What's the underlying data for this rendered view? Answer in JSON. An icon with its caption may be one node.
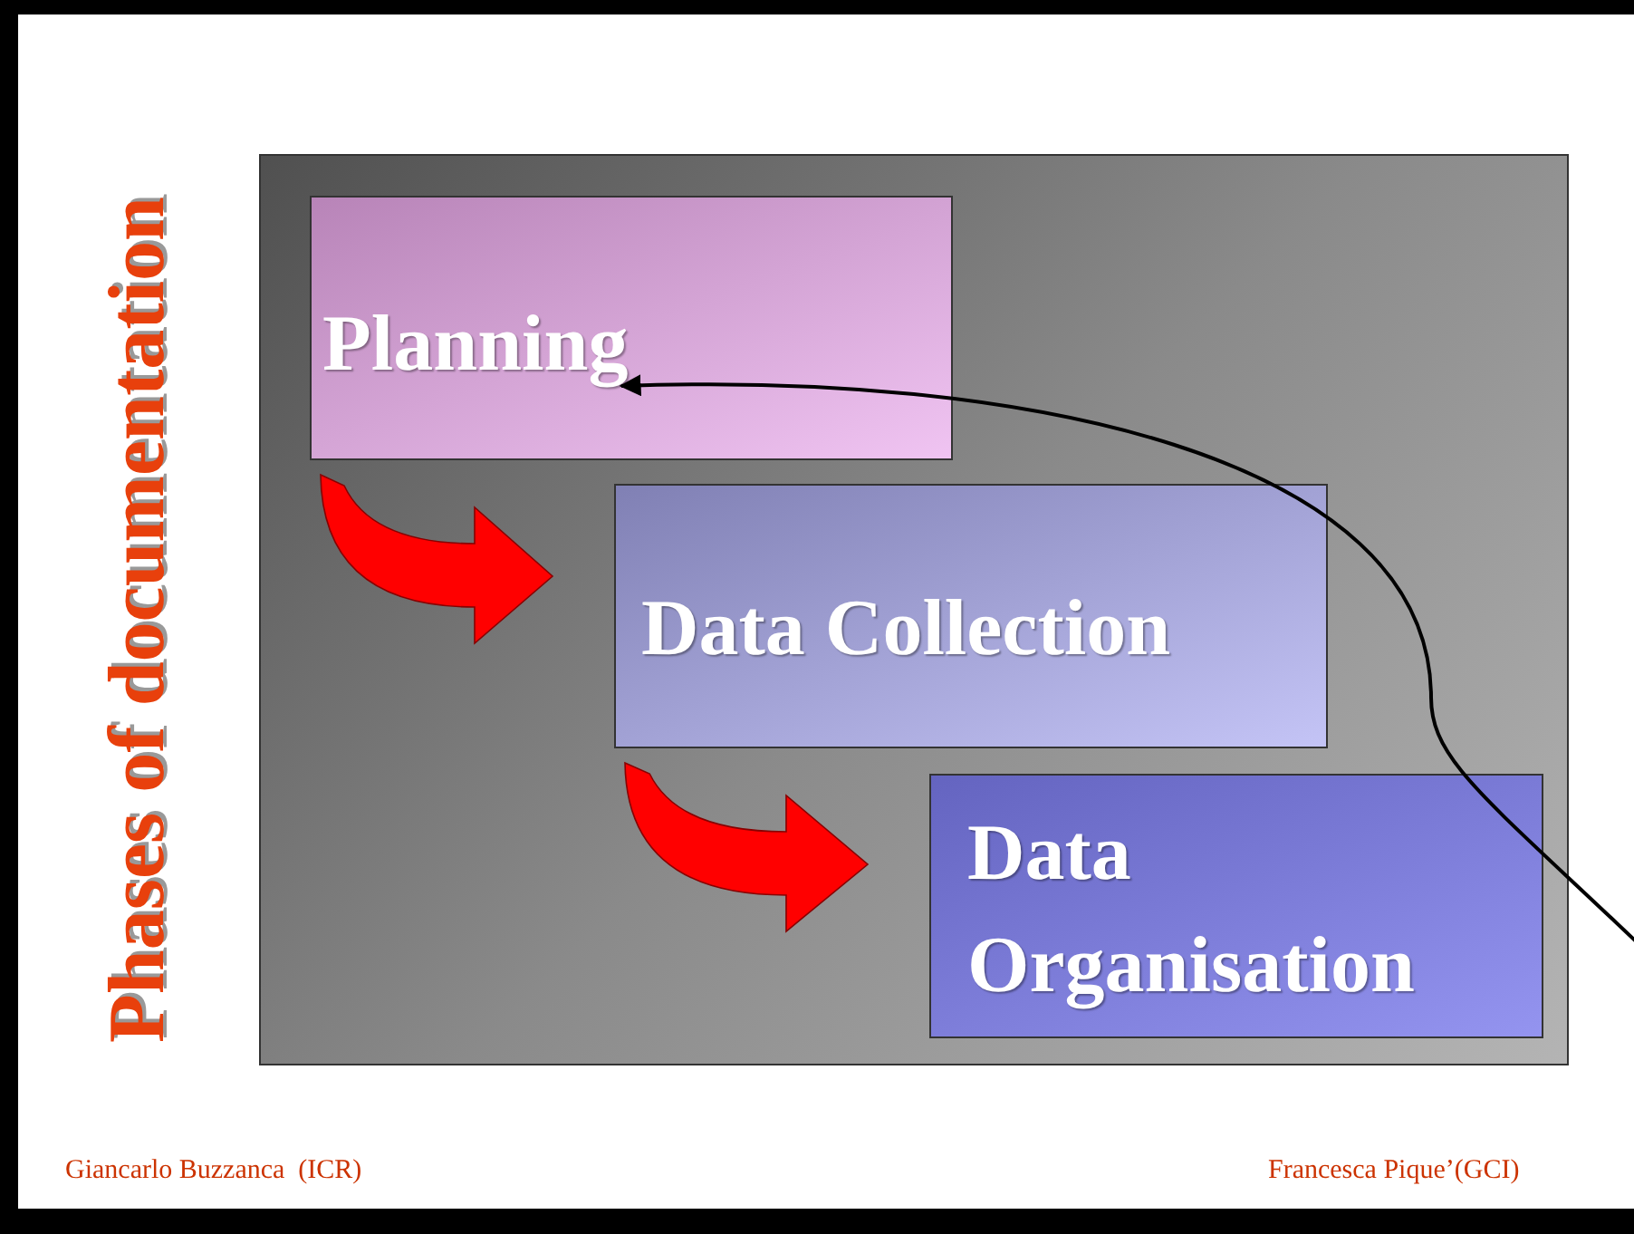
{
  "diagram": {
    "title": "Phases of documentation",
    "nodes": [
      {
        "text": [],
        "shape": "box"
      },
      {
        "text": [
          "Planning"
        ],
        "in": 0
      },
      {
        "text": [
          "Data Collection"
        ],
        "in": 0
      },
      {
        "text": [
          "Data Organisation"
        ],
        "in": 0
      }
    ],
    "edges": [
      {
        "from": 1,
        "to": 2,
        "arrow": "to",
        "style": "thick",
        "color": "#ff0000"
      },
      {
        "from": 2,
        "to": 3,
        "arrow": "to",
        "style": "thick",
        "color": "#ff0000"
      },
      {
        "from": null,
        "to": 1,
        "arrow": "to"
      }
    ],
    "labels": [
      "Giancarlo Buzzanca  (ICR)",
      "Francesca Pique’(GCI)"
    ]
  }
}
